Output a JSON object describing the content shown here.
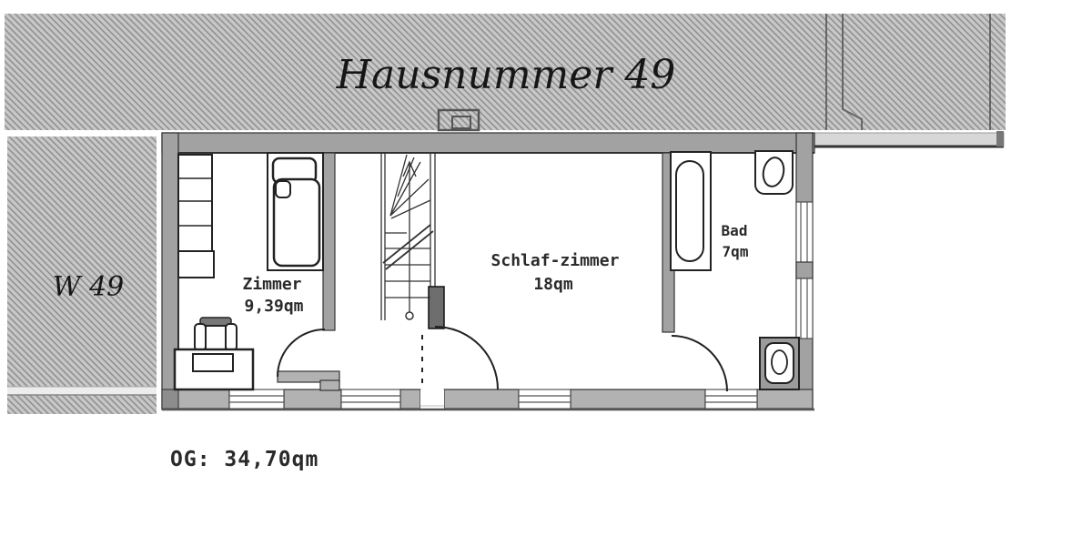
{
  "title": "Hausnummer 49",
  "exterior": {
    "west_label": "W 49"
  },
  "rooms": {
    "zimmer": {
      "name": "Zimmer",
      "area": "9,39qm"
    },
    "schlafzimmer": {
      "name": "Schlaf-zimmer",
      "area": "18qm"
    },
    "bad": {
      "name": "Bad",
      "area": "7qm"
    }
  },
  "summary": {
    "floor_area": "OG: 34,70qm"
  },
  "colors": {
    "paper": "#ffffff",
    "hatch_base": "#c8c8c8",
    "hatch_line": "#8f8f8f",
    "wall": "#a2a2a2",
    "wall_bottom": "#b2b2b2",
    "stair_block": "#6e6e6e",
    "ink": "#1f1f1f"
  }
}
